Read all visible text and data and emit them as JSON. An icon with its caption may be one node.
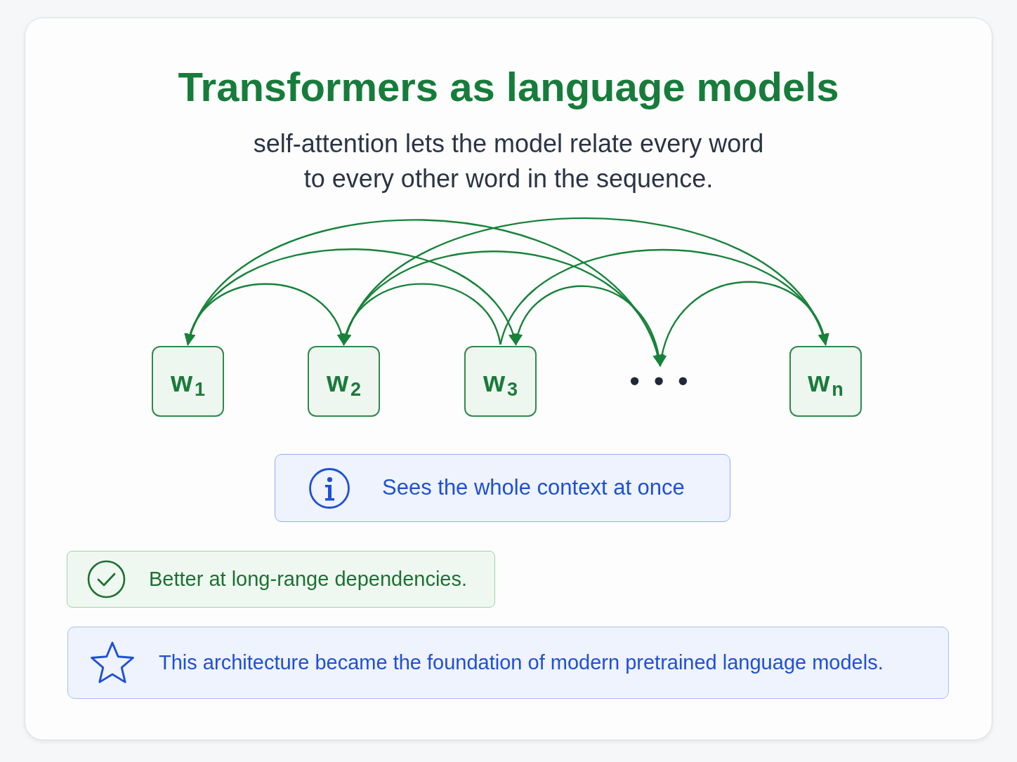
{
  "diagram": {
    "title": "Transformers as language models",
    "nodes": [
      {
        "text": [
          "w$_{1}$"
        ]
      },
      {
        "text": [
          "w$_{2}$"
        ]
      },
      {
        "text": [
          "w$_{3}$"
        ]
      },
      {
        "text": [
          "• • •"
        ]
      },
      {
        "text": [
          "w$_{n}$"
        ]
      },
      {
        "text": [
          "Sees the whole context at once"
        ]
      },
      {
        "text": [
          "Better at long-range dependencies."
        ]
      },
      {
        "text": [
          "This architecture became the foundation of modern pretrained language models."
        ]
      }
    ],
    "edges": [
      {
        "from": 0,
        "to": 1,
        "arrow": "both"
      },
      {
        "from": 2,
        "to": 1,
        "arrow": "to"
      },
      {
        "from": 2,
        "to": 3,
        "arrow": "both"
      },
      {
        "from": 3,
        "to": 4,
        "arrow": "both"
      },
      {
        "from": 0,
        "to": 2,
        "arrow": "both"
      },
      {
        "from": 1,
        "to": 3,
        "arrow": "both"
      },
      {
        "from": 2,
        "to": 4,
        "arrow": "to"
      },
      {
        "from": 0,
        "to": 3,
        "arrow": "both"
      },
      {
        "from": 1,
        "to": 4,
        "arrow": "both"
      }
    ],
    "labels": [
      "self-attention lets the model relate every word to every other word in the sequence."
    ]
  }
}
